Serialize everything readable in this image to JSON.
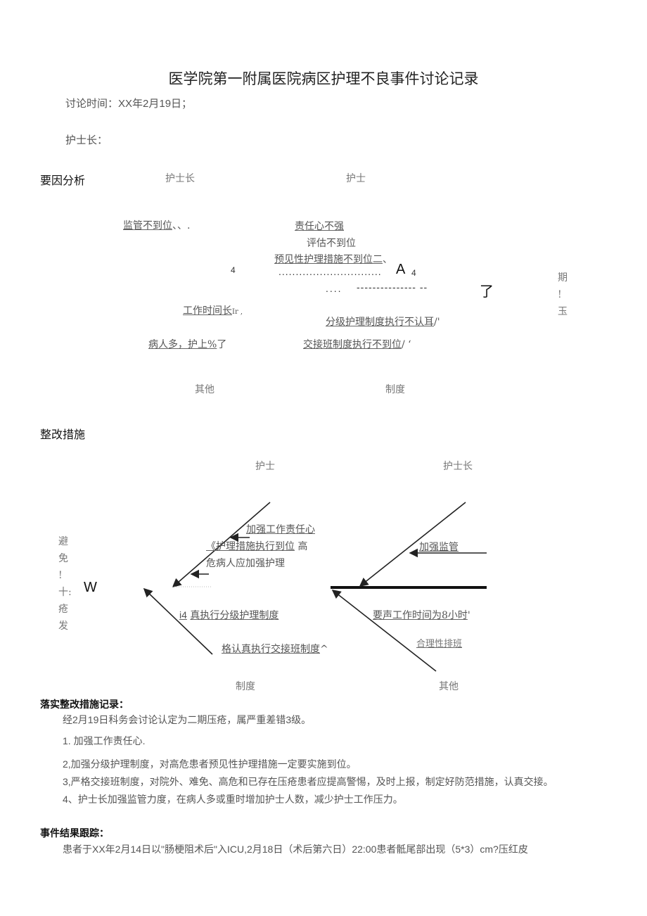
{
  "document": {
    "title": "医学院第一附属医院病区护理不良事件讨论记录",
    "discussion_time": "讨论时间：XX年2月19日；",
    "head_nurse_line": "护士长："
  },
  "cause_analysis": {
    "heading": "要因分析",
    "category_labels": {
      "top_left": "护士长",
      "top_right": "护士",
      "bottom_left": "其他",
      "bottom_right": "制度"
    },
    "causes": {
      "supervision": "监管不到位",
      "supervision_tail": "、、.",
      "responsibility": "责任心不强",
      "assessment": "评估不到位",
      "preventive": "预见性护理措施不到位二",
      "preventive_tail": "、",
      "work_hours": "工作时间长",
      "work_hours_tail": "Ir ,",
      "graded_care": "分级护理制度执行不认耳",
      "graded_care_tail": "/'",
      "many_patients": "病人多，护上%",
      "many_patients_tail": "了",
      "handover": "交接班制度执行不到位",
      "handover_tail": "/ ‘"
    },
    "spine_marks": {
      "left_num": "4",
      "dots_line": "..............................",
      "arrow_letter": "A",
      "arrow_tail": "4",
      "dots_short": "....",
      "dash_line": "--------------- --",
      "end_glyph": "了"
    },
    "result_vertical": [
      "期",
      "!",
      "玉"
    ]
  },
  "rectification": {
    "heading": "整改措施",
    "category_labels": {
      "top_left": "护士",
      "top_right": "护士长",
      "bottom_left": "制度",
      "bottom_right": "其他"
    },
    "goal_vertical": [
      "避",
      "免",
      "!",
      "十:",
      "疮",
      "发"
    ],
    "goal_letter": "W",
    "measures": {
      "responsibility": "加强工作责任心",
      "care_measures": "《护理措施执行到位",
      "care_measures_tail": "高",
      "high_risk": "危病人应加强护理",
      "supervision": "加强监管",
      "graded_care_prefix": "i4",
      "graded_care": "真执行分级护理制度",
      "handover": "格认真执行交接班制度",
      "handover_tail": "^",
      "work_hours": "要声工作时间为8小时",
      "work_hours_tail": "'",
      "scheduling": "合理性排班"
    }
  },
  "implementation": {
    "heading": "落实整改措施记录：",
    "intro": "经2月19日科务会讨论认定为二期压疮，属严重差错3级。",
    "items": [
      "1. 加强工作责任心.",
      "2,加强分级护理制度，对高危患者预见性护理措施一定要实施到位。",
      "3,严格交接班制度，对院外、难免、高危和已存在压疮患者应提高警惕，及时上报，制定好防范措施，认真交接。",
      "4、护士长加强监管力度，在病人多或重时增加护士人数，减少护士工作压力。"
    ]
  },
  "followup": {
    "heading": "事件结果跟踪：",
    "text": "患者于XX年2月14日以\"肠梗阻术后\"入ICU,2月18日（术后第六日）22:00患者骶尾部出现（5*3）cm?压红皮"
  }
}
